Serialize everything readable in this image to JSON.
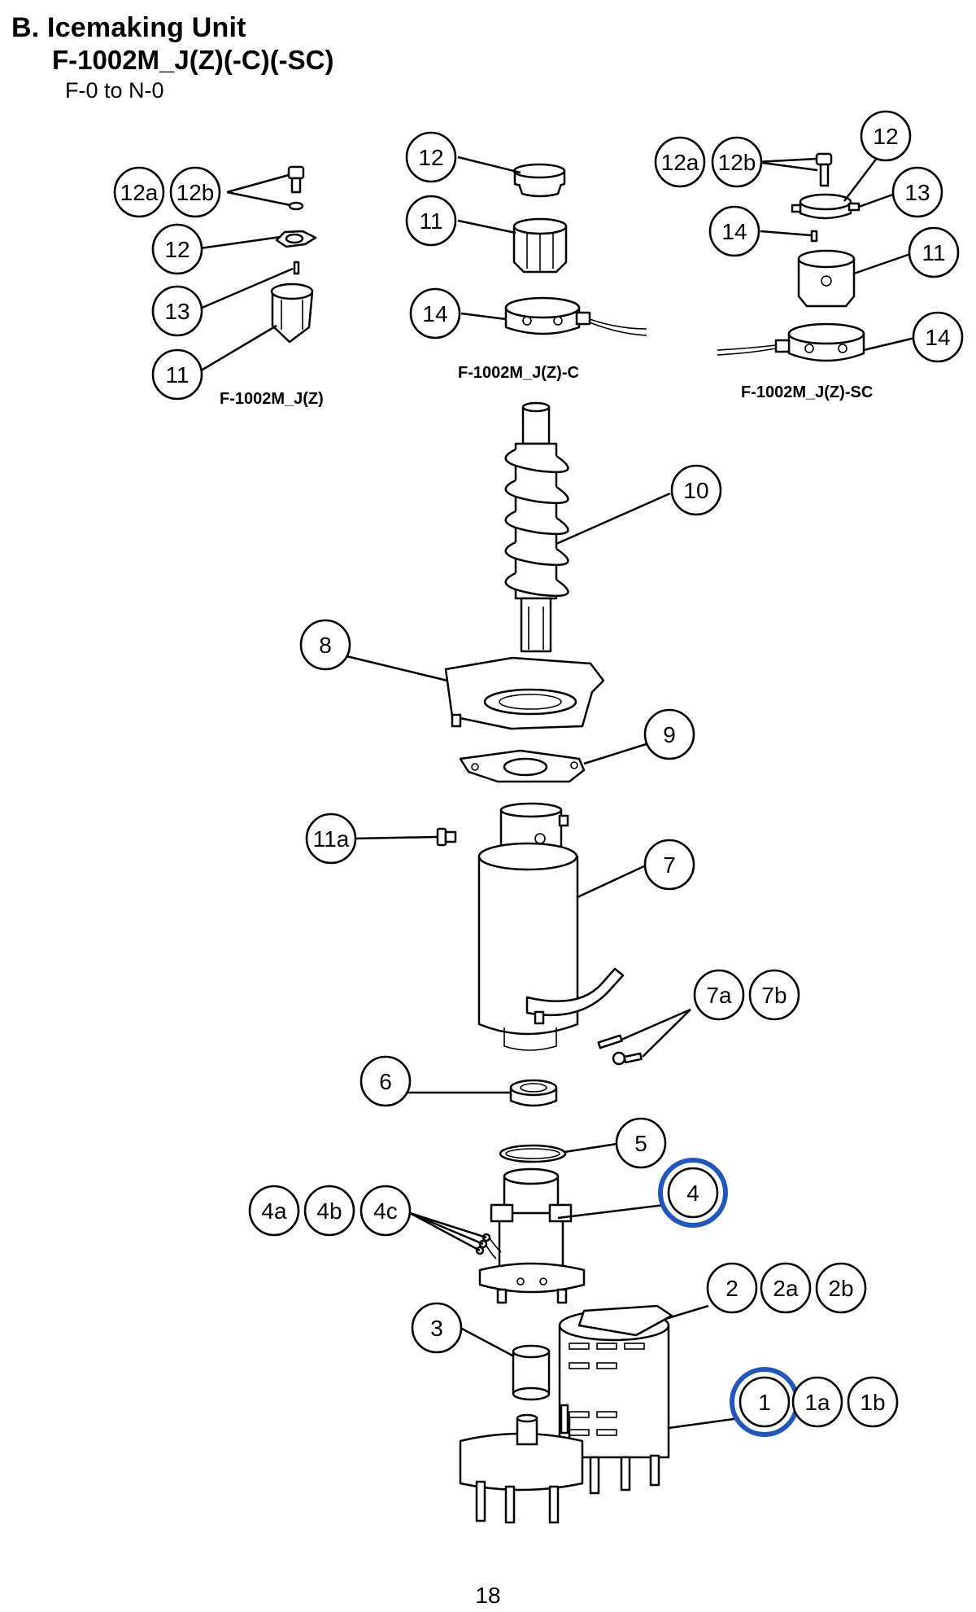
{
  "header": {
    "section": "B. Icemaking Unit",
    "model": "F-1002M_J(Z)(-C)(-SC)",
    "range": "F-0 to N-0"
  },
  "sub_labels": {
    "left": "F-1002M_J(Z)",
    "center": "F-1002M_J(Z)-C",
    "right": "F-1002M_J(Z)-SC"
  },
  "callouts": [
    "12a",
    "12b",
    "12",
    "13",
    "11",
    "12",
    "11",
    "14",
    "12a",
    "12b",
    "12",
    "13",
    "14",
    "11",
    "14",
    "10",
    "8",
    "9",
    "11a",
    "7",
    "7a",
    "7b",
    "6",
    "5",
    "4",
    "4a",
    "4b",
    "4c",
    "2",
    "2a",
    "2b",
    "3",
    "1",
    "1a",
    "1b"
  ],
  "highlighted": [
    "4",
    "1"
  ],
  "highlight_color": "#1f56c4",
  "page_number": "18"
}
